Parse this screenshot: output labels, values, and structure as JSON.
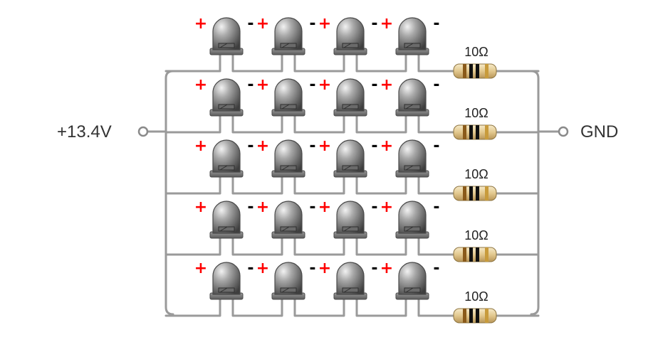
{
  "supply": {
    "positive_label": "+13.4V",
    "ground_label": "GND"
  },
  "array": {
    "strings": [
      {
        "leds": [
          {
            "anode": "+",
            "cathode": "-"
          },
          {
            "anode": "+",
            "cathode": "-"
          },
          {
            "anode": "+",
            "cathode": "-"
          },
          {
            "anode": "+",
            "cathode": "-"
          }
        ],
        "resistor": {
          "value": "10Ω",
          "bands": [
            "#8a5a1a",
            "#111111",
            "#111111",
            "#c89b3c"
          ]
        }
      },
      {
        "leds": [
          {
            "anode": "+",
            "cathode": "-"
          },
          {
            "anode": "+",
            "cathode": "-"
          },
          {
            "anode": "+",
            "cathode": "-"
          },
          {
            "anode": "+",
            "cathode": "-"
          }
        ],
        "resistor": {
          "value": "10Ω",
          "bands": [
            "#8a5a1a",
            "#111111",
            "#111111",
            "#c89b3c"
          ]
        }
      },
      {
        "leds": [
          {
            "anode": "+",
            "cathode": "-"
          },
          {
            "anode": "+",
            "cathode": "-"
          },
          {
            "anode": "+",
            "cathode": "-"
          },
          {
            "anode": "+",
            "cathode": "-"
          }
        ],
        "resistor": {
          "value": "10Ω",
          "bands": [
            "#8a5a1a",
            "#111111",
            "#111111",
            "#c89b3c"
          ]
        }
      },
      {
        "leds": [
          {
            "anode": "+",
            "cathode": "-"
          },
          {
            "anode": "+",
            "cathode": "-"
          },
          {
            "anode": "+",
            "cathode": "-"
          },
          {
            "anode": "+",
            "cathode": "-"
          }
        ],
        "resistor": {
          "value": "10Ω",
          "bands": [
            "#8a5a1a",
            "#111111",
            "#111111",
            "#c89b3c"
          ]
        }
      },
      {
        "leds": [
          {
            "anode": "+",
            "cathode": "-"
          },
          {
            "anode": "+",
            "cathode": "-"
          },
          {
            "anode": "+",
            "cathode": "-"
          },
          {
            "anode": "+",
            "cathode": "-"
          }
        ],
        "resistor": {
          "value": "10Ω",
          "bands": [
            "#8a5a1a",
            "#111111",
            "#111111",
            "#c89b3c"
          ]
        }
      }
    ]
  },
  "colors": {
    "wire": "#9a9a9a",
    "led_body": "#7a7a7a",
    "anode_mark": "#ff0000",
    "cathode_mark": "#000000",
    "resistor_body": "#e7d2a0"
  }
}
